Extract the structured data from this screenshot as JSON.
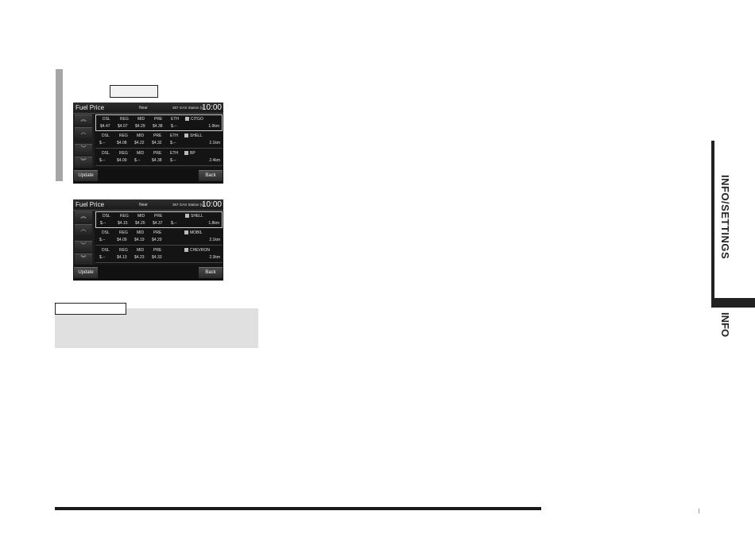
{
  "screens": [
    {
      "title": "Fuel Price",
      "near": "Near",
      "count": "367 GAS Station (s)",
      "clock": "10:00",
      "rows": [
        {
          "labels": [
            "DSL",
            "REG",
            "MID",
            "PRE",
            "ETH"
          ],
          "values": [
            "$4.47",
            "$4.07",
            "$4.29",
            "$4.38",
            "$.--"
          ],
          "name": "CITGO",
          "distance": "1.9km"
        },
        {
          "labels": [
            "DSL",
            "REG",
            "MID",
            "PRE",
            "ETH"
          ],
          "values": [
            "$.--",
            "$4.08",
            "$4.22",
            "$4.32",
            "$.--"
          ],
          "name": "SHELL",
          "distance": "2.1km"
        },
        {
          "labels": [
            "DSL",
            "REG",
            "MID",
            "PRE",
            "ETH"
          ],
          "values": [
            "$.--",
            "$4.09",
            "$.--",
            "$4.38",
            "$.--"
          ],
          "name": "BP",
          "distance": "2.4km"
        }
      ],
      "update": "Update",
      "back": "Back"
    },
    {
      "title": "Fuel Price",
      "near": "Near",
      "count": "367 GAS Station (s)",
      "clock": "10:00",
      "rows": [
        {
          "labels": [
            "DSL",
            "REG",
            "MID",
            "PRE",
            ""
          ],
          "values": [
            "$.--",
            "$4.15",
            "$4.25",
            "$4.37",
            "$.--"
          ],
          "name": "SHELL",
          "distance": "1.8km"
        },
        {
          "labels": [
            "DSL",
            "REG",
            "MID",
            "PRE",
            ""
          ],
          "values": [
            "$.--",
            "$4.09",
            "$4.19",
            "$4.29",
            ""
          ],
          "name": "MOBIL",
          "distance": "2.1km"
        },
        {
          "labels": [
            "DSL",
            "REG",
            "MID",
            "PRE",
            ""
          ],
          "values": [
            "$.--",
            "$4.13",
            "$4.23",
            "$4.33",
            ""
          ],
          "name": "CHEVRON",
          "distance": "2.3km"
        }
      ],
      "update": "Update",
      "back": "Back"
    }
  ],
  "side_tab": {
    "section": "INFO/SETTINGS",
    "sub": "INFO"
  }
}
